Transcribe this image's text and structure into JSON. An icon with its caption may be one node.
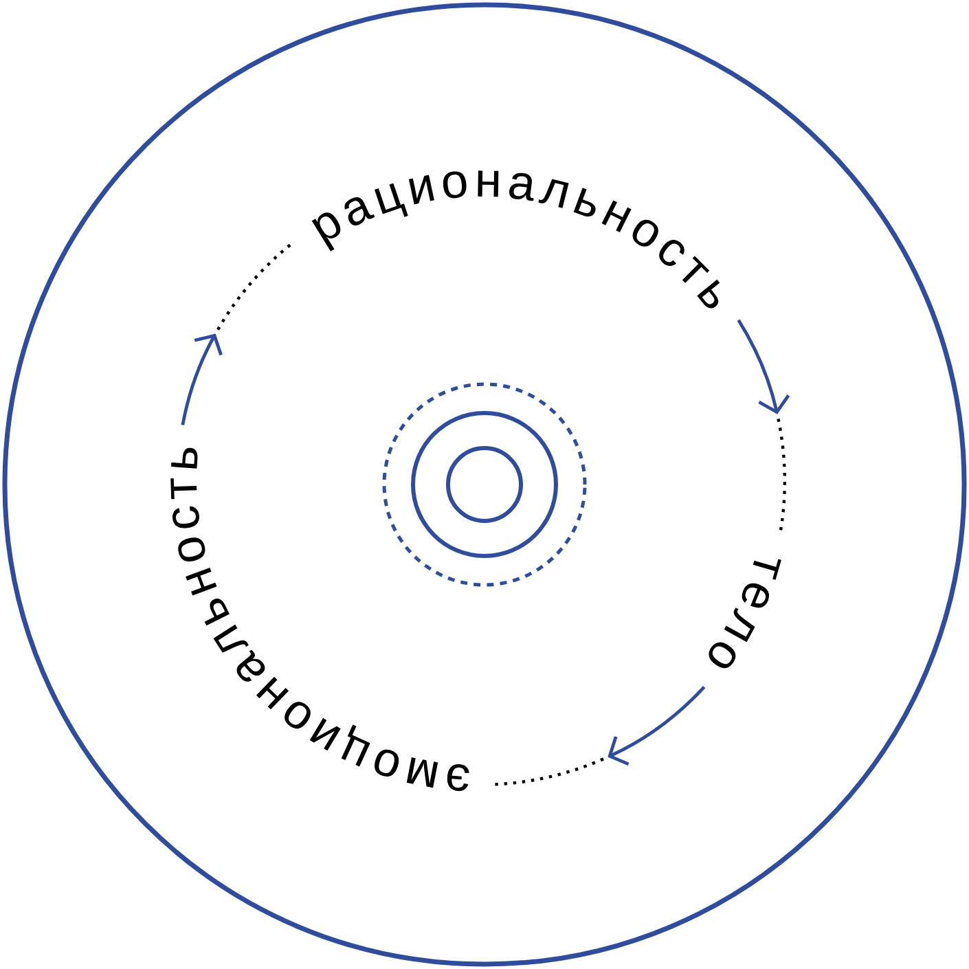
{
  "diagram": {
    "nodes": [
      {
        "text": [],
        "shape": "circle"
      },
      {
        "text": [
          "рациональность"
        ],
        "in": 0
      },
      {
        "text": [
          "тело"
        ],
        "in": 0
      },
      {
        "text": [
          "эмоциональность"
        ],
        "in": 0
      }
    ],
    "edges": [
      {
        "from": 1,
        "to": 2,
        "arrow": "to"
      },
      {
        "from": 2,
        "to": 3,
        "arrow": "to"
      },
      {
        "from": 3,
        "to": 1,
        "arrow": "to"
      }
    ]
  }
}
